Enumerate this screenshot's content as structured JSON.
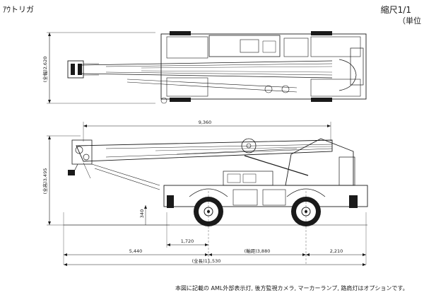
{
  "header": {
    "title": "ｱｳトリガ",
    "scale": "縮尺1/1",
    "unit": "（単位"
  },
  "top_view": {
    "height_dim": "(全幅)2,620"
  },
  "side_view": {
    "overall_length_upper": "9,360",
    "overall_height": "(全高)3,495",
    "clearance": "340",
    "front_overhang": "5,440",
    "front_axle": "1,720",
    "wheelbase": "(軸距)3,880",
    "rear_overhang": "2,210",
    "overall_length": "(全長)11,530"
  },
  "footnote": "本図に記載の AML外部表示灯, 後方監視カメラ, マーカーランプ, 路肩灯はオプションです。"
}
